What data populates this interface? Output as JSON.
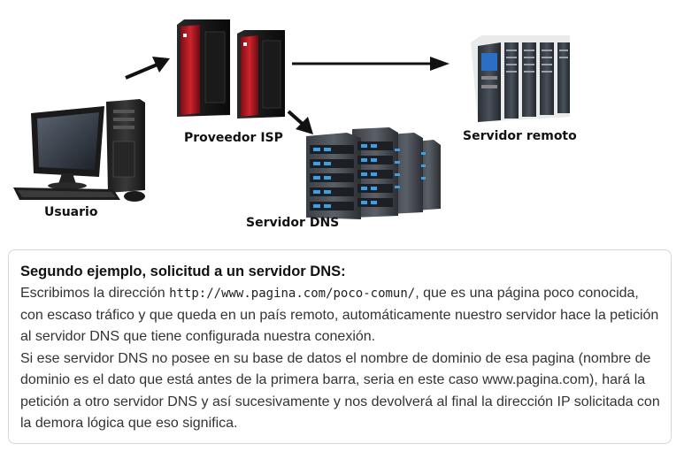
{
  "diagram": {
    "labels": {
      "user": "Usuario",
      "isp": "Proveedor ISP",
      "remote": "Servidor remoto",
      "dns": "Servidor DNS"
    }
  },
  "info": {
    "title": "Segundo ejemplo, solicitud a un servidor DNS:",
    "line1_pre": "Escribimos la dirección ",
    "url": "http://www.pagina.com/poco-comun/",
    "line1_post": ", que es una página poco conocida, con escaso tráfico y que queda en un país remoto, automáticamente nuestro servidor hace la petición al servidor DNS que tiene configurada nuestra conexión.",
    "paragraph2": "Si ese servidor DNS no posee en su base de datos el nombre de dominio de esa pagina (nombre de dominio es el dato que está antes de la primera barra, seria en este caso www.pagina.com), hará la petición a otro servidor DNS y así sucesivamente y nos devolverá al final la dirección IP solicitada con la demora lógica que eso significa."
  },
  "colors": {
    "isp_accent": "#c0202a",
    "dns_led": "#3aa0e8",
    "arrow": "#111111"
  },
  "icons": [
    "computer-icon",
    "isp-server-icon",
    "remote-server-rack-icon",
    "dns-server-icon",
    "arrow-icon"
  ]
}
